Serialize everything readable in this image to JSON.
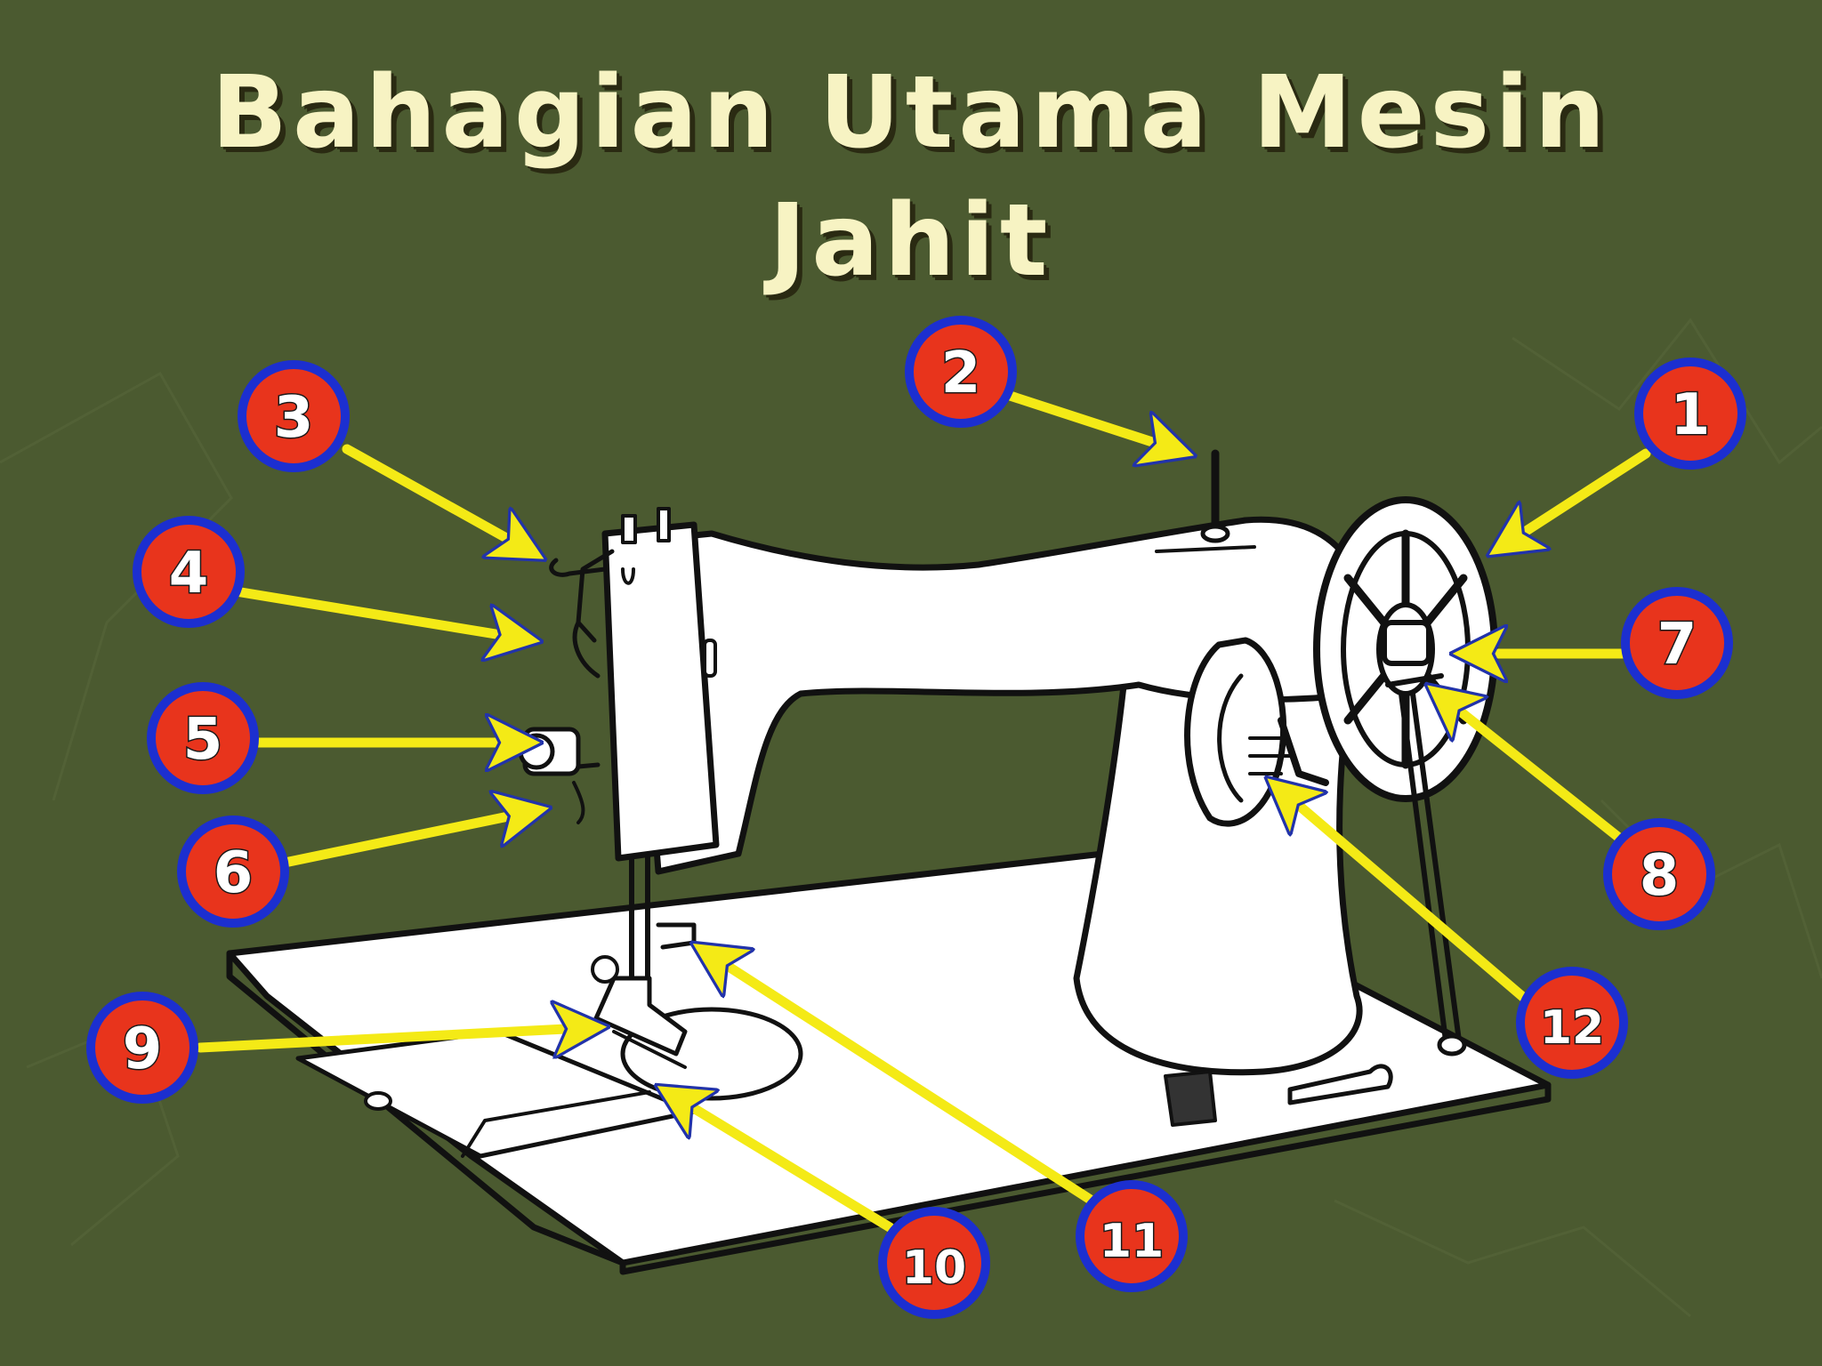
{
  "title": {
    "line1": "Bahagian Utama Mesin",
    "line2": "Jahit"
  },
  "colors": {
    "background": "#4b5a30",
    "title": "#f7f3c3",
    "badge_fill": "#e8341c",
    "badge_ring": "#1c2fd0",
    "arrow": "#f4ea16",
    "machine_fill": "#ffffff",
    "machine_outline": "#111111"
  },
  "callouts": [
    {
      "id": "1",
      "label": "1"
    },
    {
      "id": "2",
      "label": "2"
    },
    {
      "id": "3",
      "label": "3"
    },
    {
      "id": "4",
      "label": "4"
    },
    {
      "id": "5",
      "label": "5"
    },
    {
      "id": "6",
      "label": "6"
    },
    {
      "id": "7",
      "label": "7"
    },
    {
      "id": "8",
      "label": "8"
    },
    {
      "id": "9",
      "label": "9"
    },
    {
      "id": "10",
      "label": "10"
    },
    {
      "id": "11",
      "label": "11"
    },
    {
      "id": "12",
      "label": "12"
    }
  ]
}
